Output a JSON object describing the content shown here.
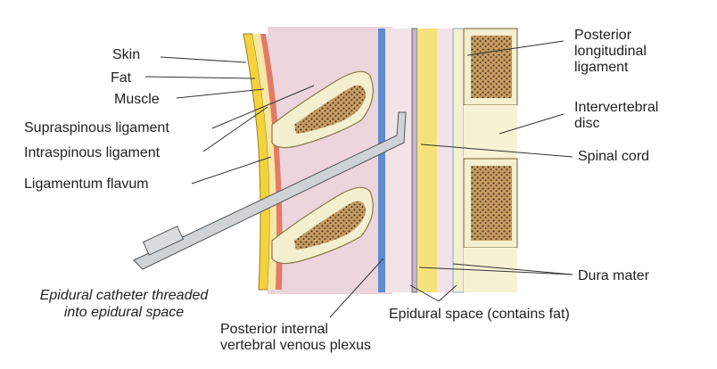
{
  "labels": {
    "skin": "Skin",
    "fat": "Fat",
    "muscle": "Muscle",
    "supraspinous": "Supraspinous ligament",
    "intraspinous": "Intraspinous ligament",
    "ligamentum_flavum": "Ligamentum flavum",
    "catheter_line1": "Epidural catheter threaded",
    "catheter_line2": "into epidural space",
    "venous_line1": "Posterior internal",
    "venous_line2": "vertebral venous plexus",
    "epidural_space": "Epidural space (contains fat)",
    "dura_mater": "Dura mater",
    "spinal_cord": "Spinal cord",
    "disc_line1": "Intervertebral",
    "disc_line2": "disc",
    "pll_line1": "Posterior",
    "pll_line2": "longitudinal",
    "pll_line3": "ligament"
  },
  "colors": {
    "skin": "#f3d33c",
    "muscle": "#e37b67",
    "tissue": "#ecd5dc",
    "bone": "#f3efcf",
    "marrow": "#b98d57",
    "vein": "#5d8ccf",
    "cord": "#f6e27b",
    "disc": "#f8f2d4",
    "catheter": "#cfd3d6"
  }
}
